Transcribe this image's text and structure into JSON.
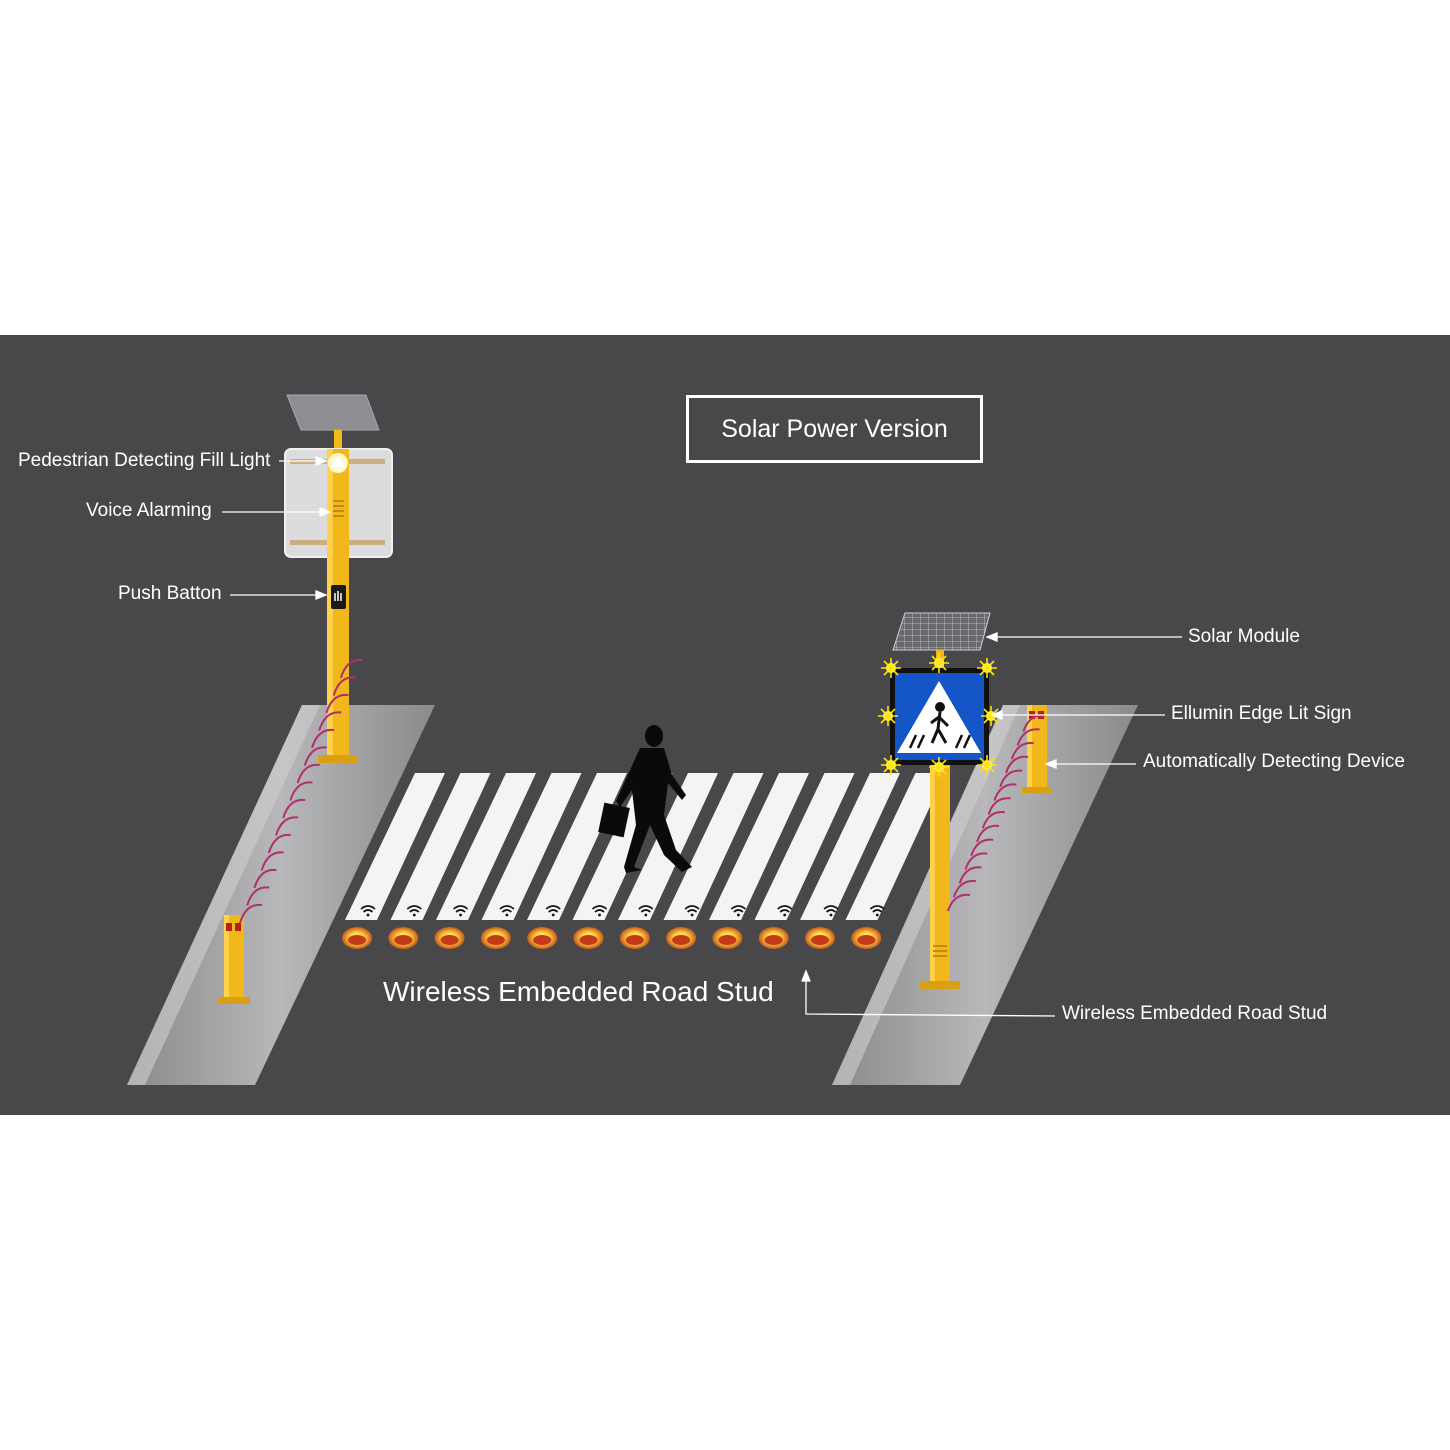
{
  "title": "Solar Power Version",
  "labels": {
    "fill_light": "Pedestrian Detecting Fill Light",
    "voice_alarming": "Voice Alarming",
    "push_button": "Push Batton",
    "solar_module": "Solar Module",
    "edge_lit_sign": "Ellumin Edge Lit Sign",
    "detecting_device": "Automatically Detecting Device",
    "road_stud_center": "Wireless Embedded Road Stud",
    "road_stud_right": "Wireless Embedded Road Stud"
  },
  "colors": {
    "background": "#48484a",
    "pole": "#f2b71a",
    "sign_blue": "#1456c8",
    "stripe": "#f4f4f4",
    "wave": "#b0306e"
  },
  "icons": [
    "solar-panel-icon",
    "pedestrian-sign-icon",
    "wifi-icon",
    "road-stud-icon",
    "walking-man-icon",
    "push-button-icon"
  ]
}
